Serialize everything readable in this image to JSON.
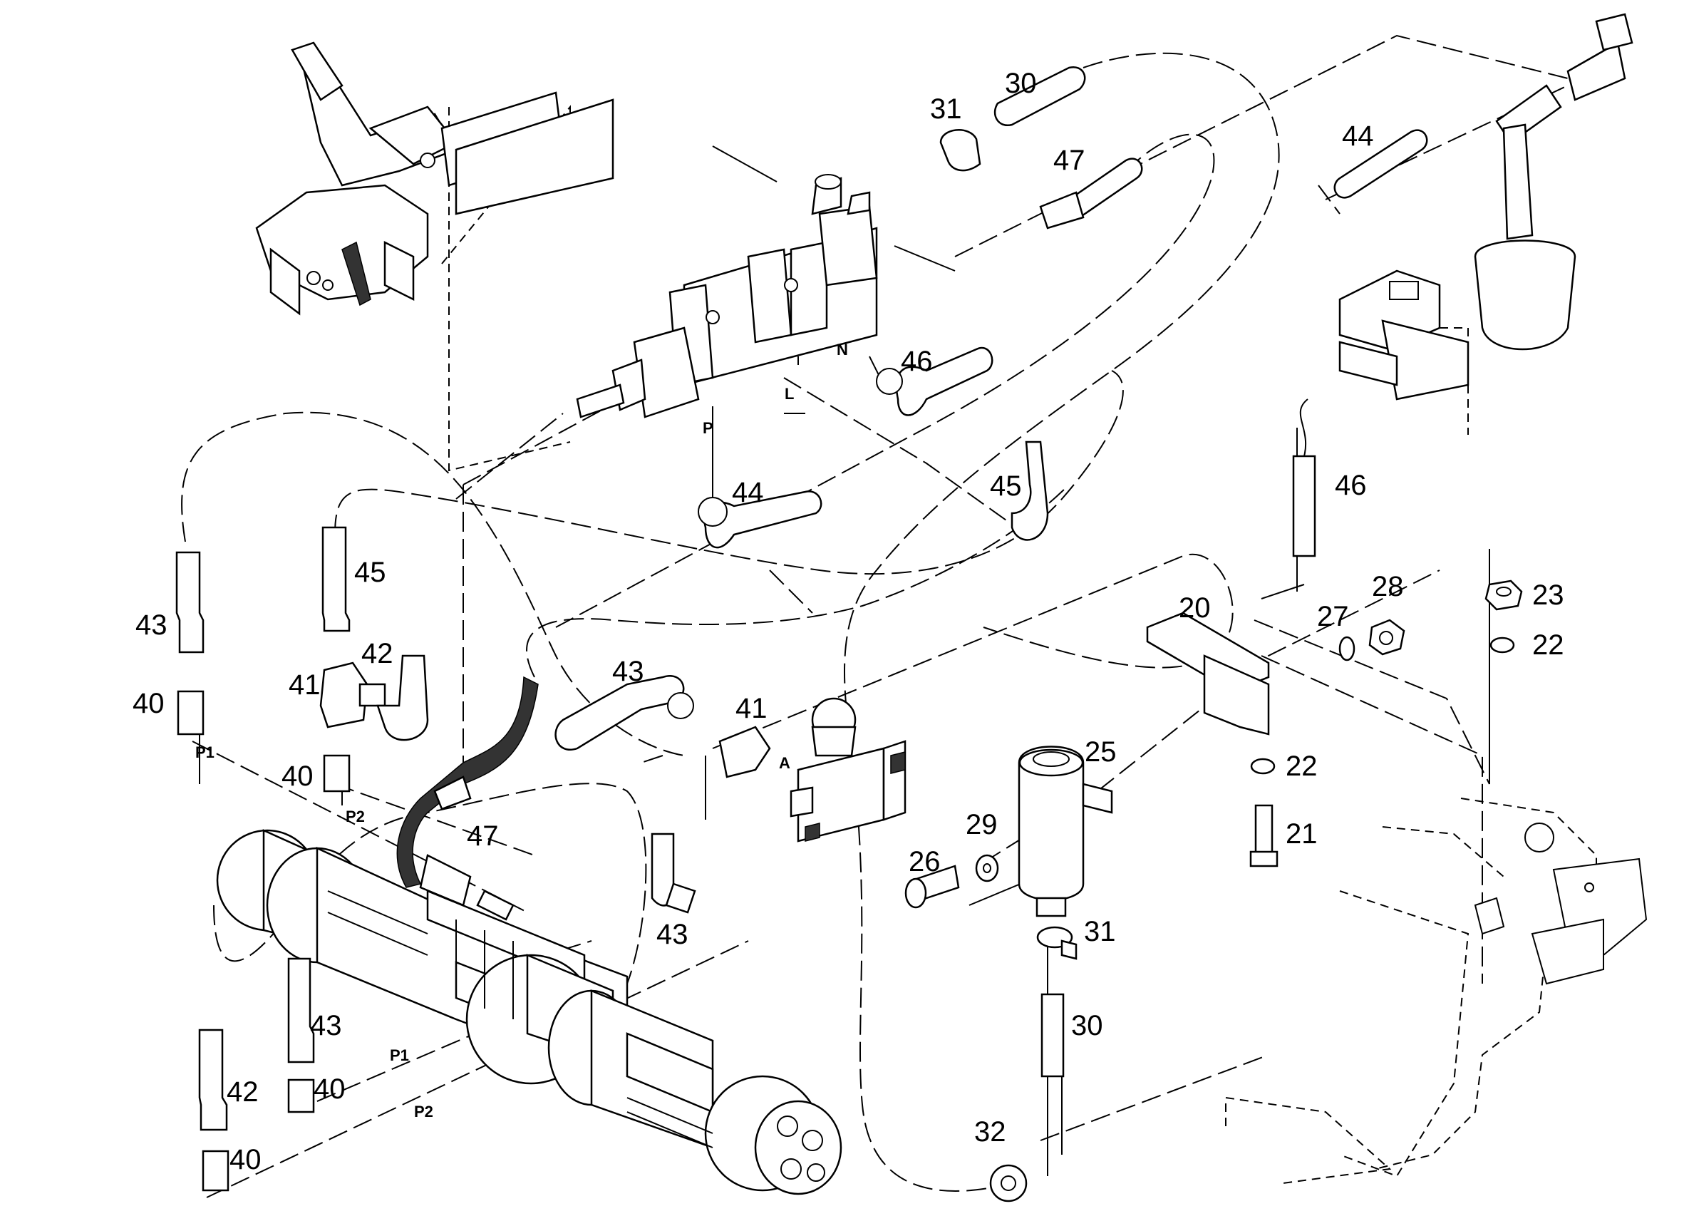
{
  "callouts": [
    "30",
    "31",
    "47",
    "44",
    "46",
    "45",
    "44",
    "45",
    "46",
    "43",
    "45",
    "42",
    "41",
    "40",
    "40",
    "43",
    "41",
    "20",
    "27",
    "28",
    "23",
    "22",
    "22",
    "21",
    "25",
    "29",
    "26",
    "31",
    "30",
    "32",
    "47",
    "43",
    "43",
    "42",
    "40",
    "40"
  ],
  "ports": [
    "N",
    "L",
    "P",
    "P1",
    "P2",
    "A",
    "P1",
    "P2"
  ]
}
